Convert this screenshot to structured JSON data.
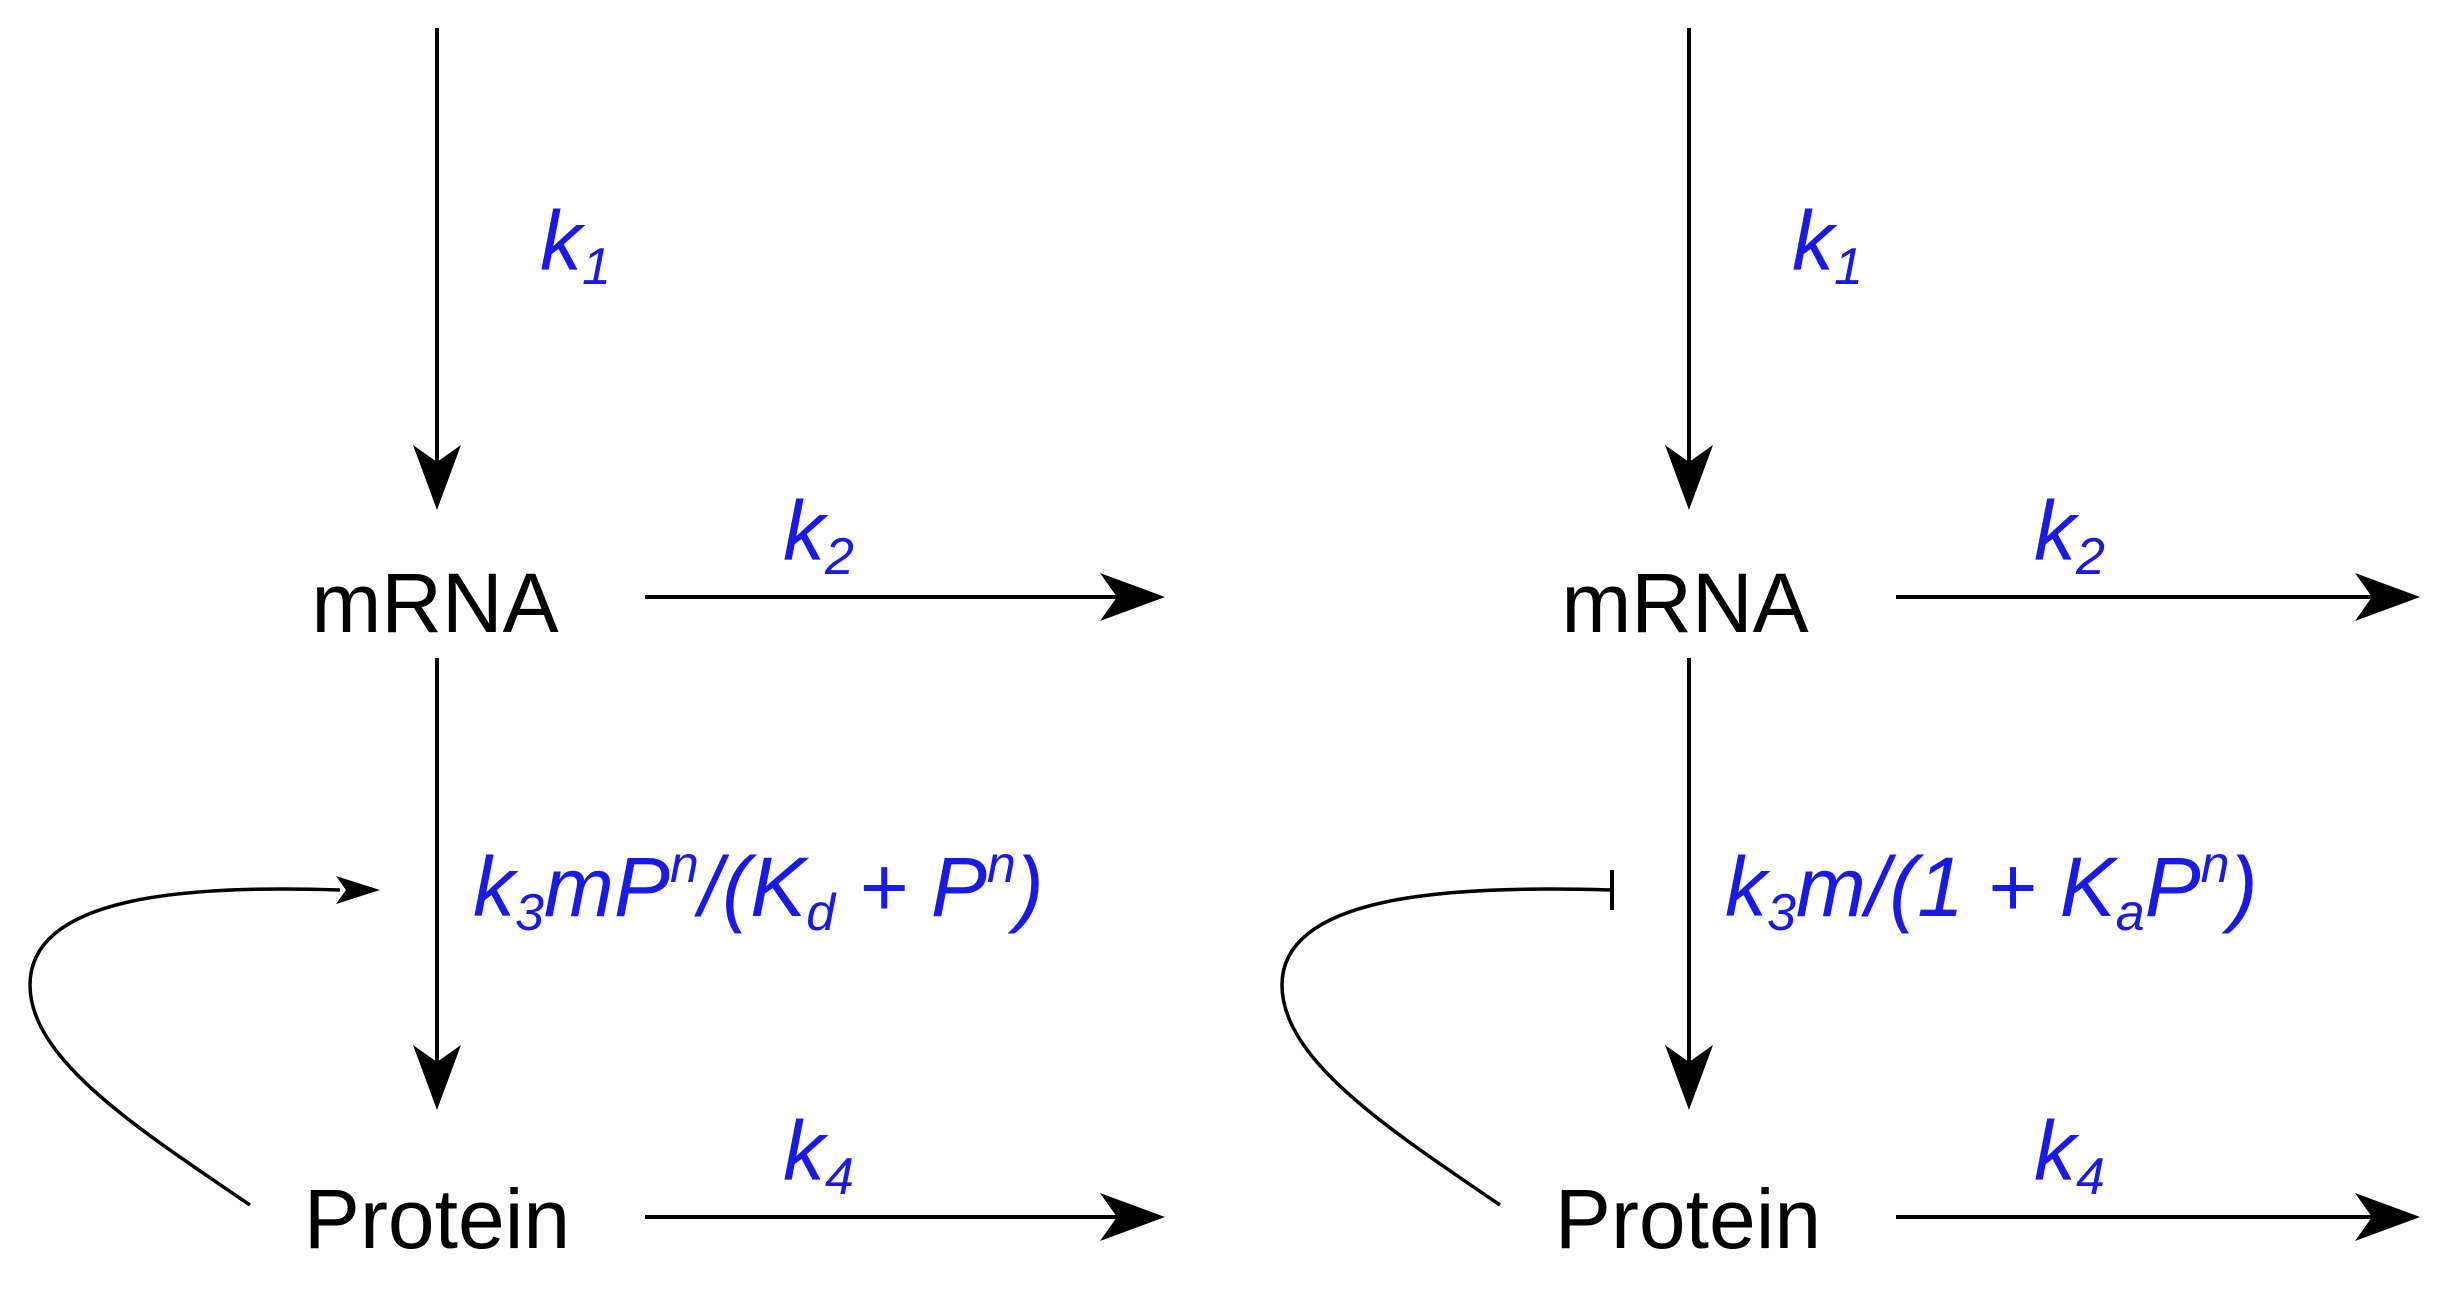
{
  "colors": {
    "rate": "#1a1ae6",
    "arrow": "#000000",
    "text": "#000000"
  },
  "left_panel": {
    "feedback": "activation",
    "node_mrna": "mRNA",
    "node_protein": "Protein",
    "k1": "k",
    "k1_sub": "1",
    "k2": "k",
    "k2_sub": "2",
    "k4": "k",
    "k4_sub": "4",
    "translation": {
      "t1": "k",
      "s1": "3",
      "t2": "mP",
      "s2": "n",
      "t3": "/(K",
      "s3": "d",
      "t4": " + P",
      "s4": "n",
      "t5": ")"
    }
  },
  "right_panel": {
    "feedback": "inhibition",
    "node_mrna": "mRNA",
    "node_protein": "Protein",
    "k1": "k",
    "k1_sub": "1",
    "k2": "k",
    "k2_sub": "2",
    "k4": "k",
    "k4_sub": "4",
    "translation": {
      "t1": "k",
      "s1": "3",
      "t2": "m/(1 + K",
      "s2": "a",
      "t3": "P",
      "s3": "n",
      "t4": ")"
    }
  }
}
